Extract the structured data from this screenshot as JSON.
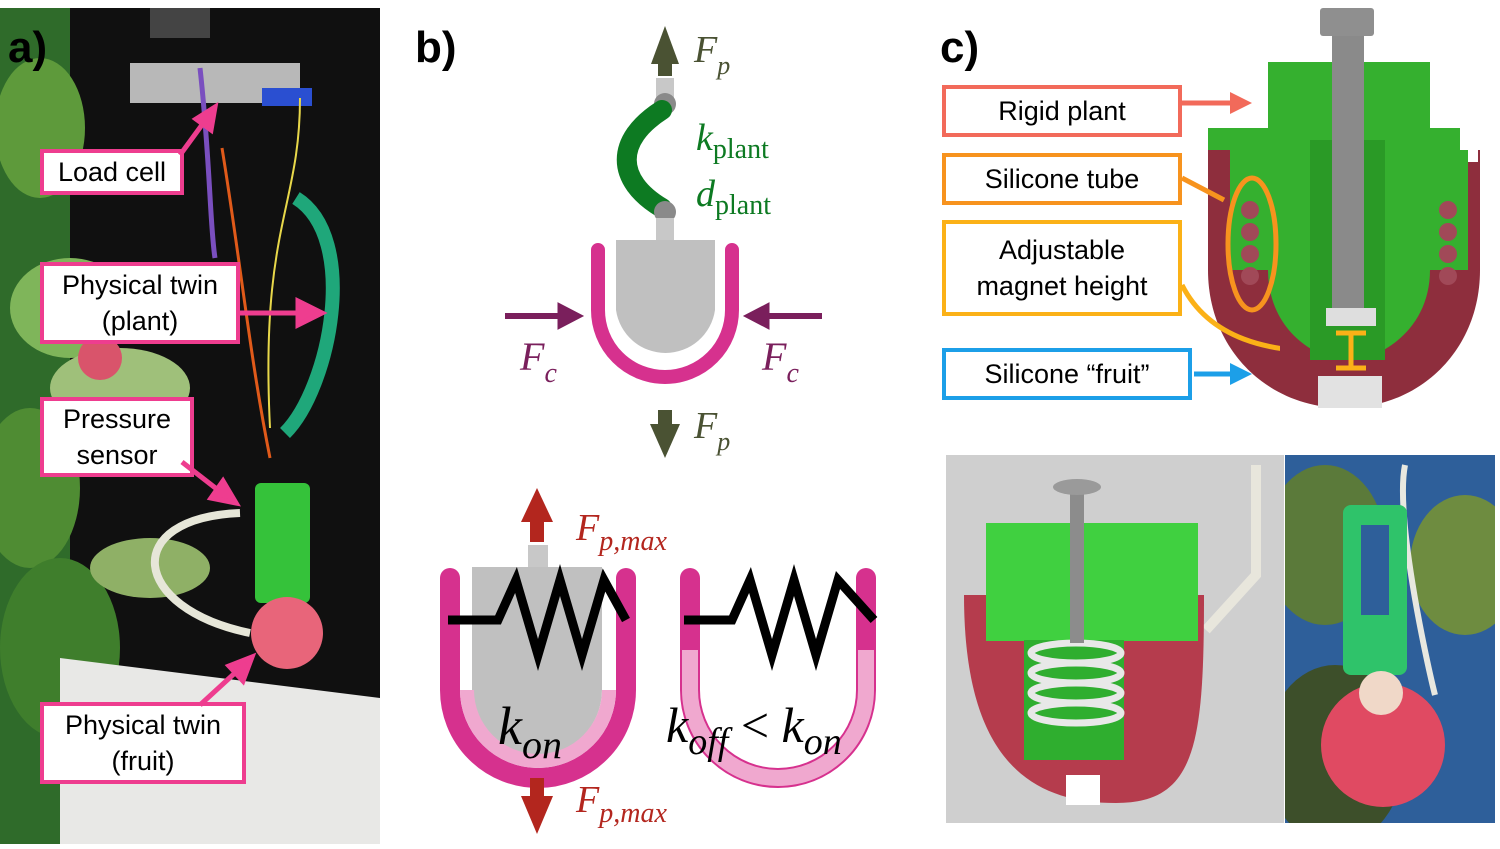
{
  "panels": {
    "a": {
      "label": "a)",
      "callouts": {
        "load_cell": "Load cell",
        "physical_twin_plant": "Physical twin\n(plant)",
        "pressure_sensor": "Pressure\nsensor",
        "physical_twin_fruit": "Physical twin\n(fruit)"
      }
    },
    "b": {
      "label": "b)",
      "top_diagram": {
        "force_top": {
          "base": "F",
          "sub": "p"
        },
        "force_bottom": {
          "base": "F",
          "sub": "p"
        },
        "force_left": {
          "base": "F",
          "sub": "c"
        },
        "force_right": {
          "base": "F",
          "sub": "c"
        },
        "stiffness": {
          "base": "k",
          "sub": "plant"
        },
        "damping": {
          "base": "d",
          "sub": "plant"
        }
      },
      "bottom_diagram": {
        "force_up": {
          "base": "F",
          "sub": "p,max"
        },
        "force_down": {
          "base": "F",
          "sub": "p,max"
        },
        "k_on": {
          "base": "k",
          "sub": "on"
        },
        "k_off_lt": {
          "k1": "k",
          "s1": "off",
          "op": " < ",
          "k2": "k",
          "s2": "on"
        }
      }
    },
    "c": {
      "label": "c)",
      "callouts": {
        "rigid_plant": "Rigid plant",
        "silicone_tube": "Silicone tube",
        "magnet_height": "Adjustable\nmagnet height",
        "silicone_fruit": "Silicone “fruit”"
      }
    }
  },
  "colors": {
    "pink": "#ee3d8f",
    "magenta_body": "#d6318e",
    "light_pink": "#f0a8cf",
    "olive_arrow": "#4a5233",
    "purple_arrow": "#7a1f5c",
    "dark_red_arrow": "#b3261e",
    "green_spring": "#0d7a22",
    "plant_green": "#35b02f",
    "fruit_red": "#8e2e3d"
  }
}
